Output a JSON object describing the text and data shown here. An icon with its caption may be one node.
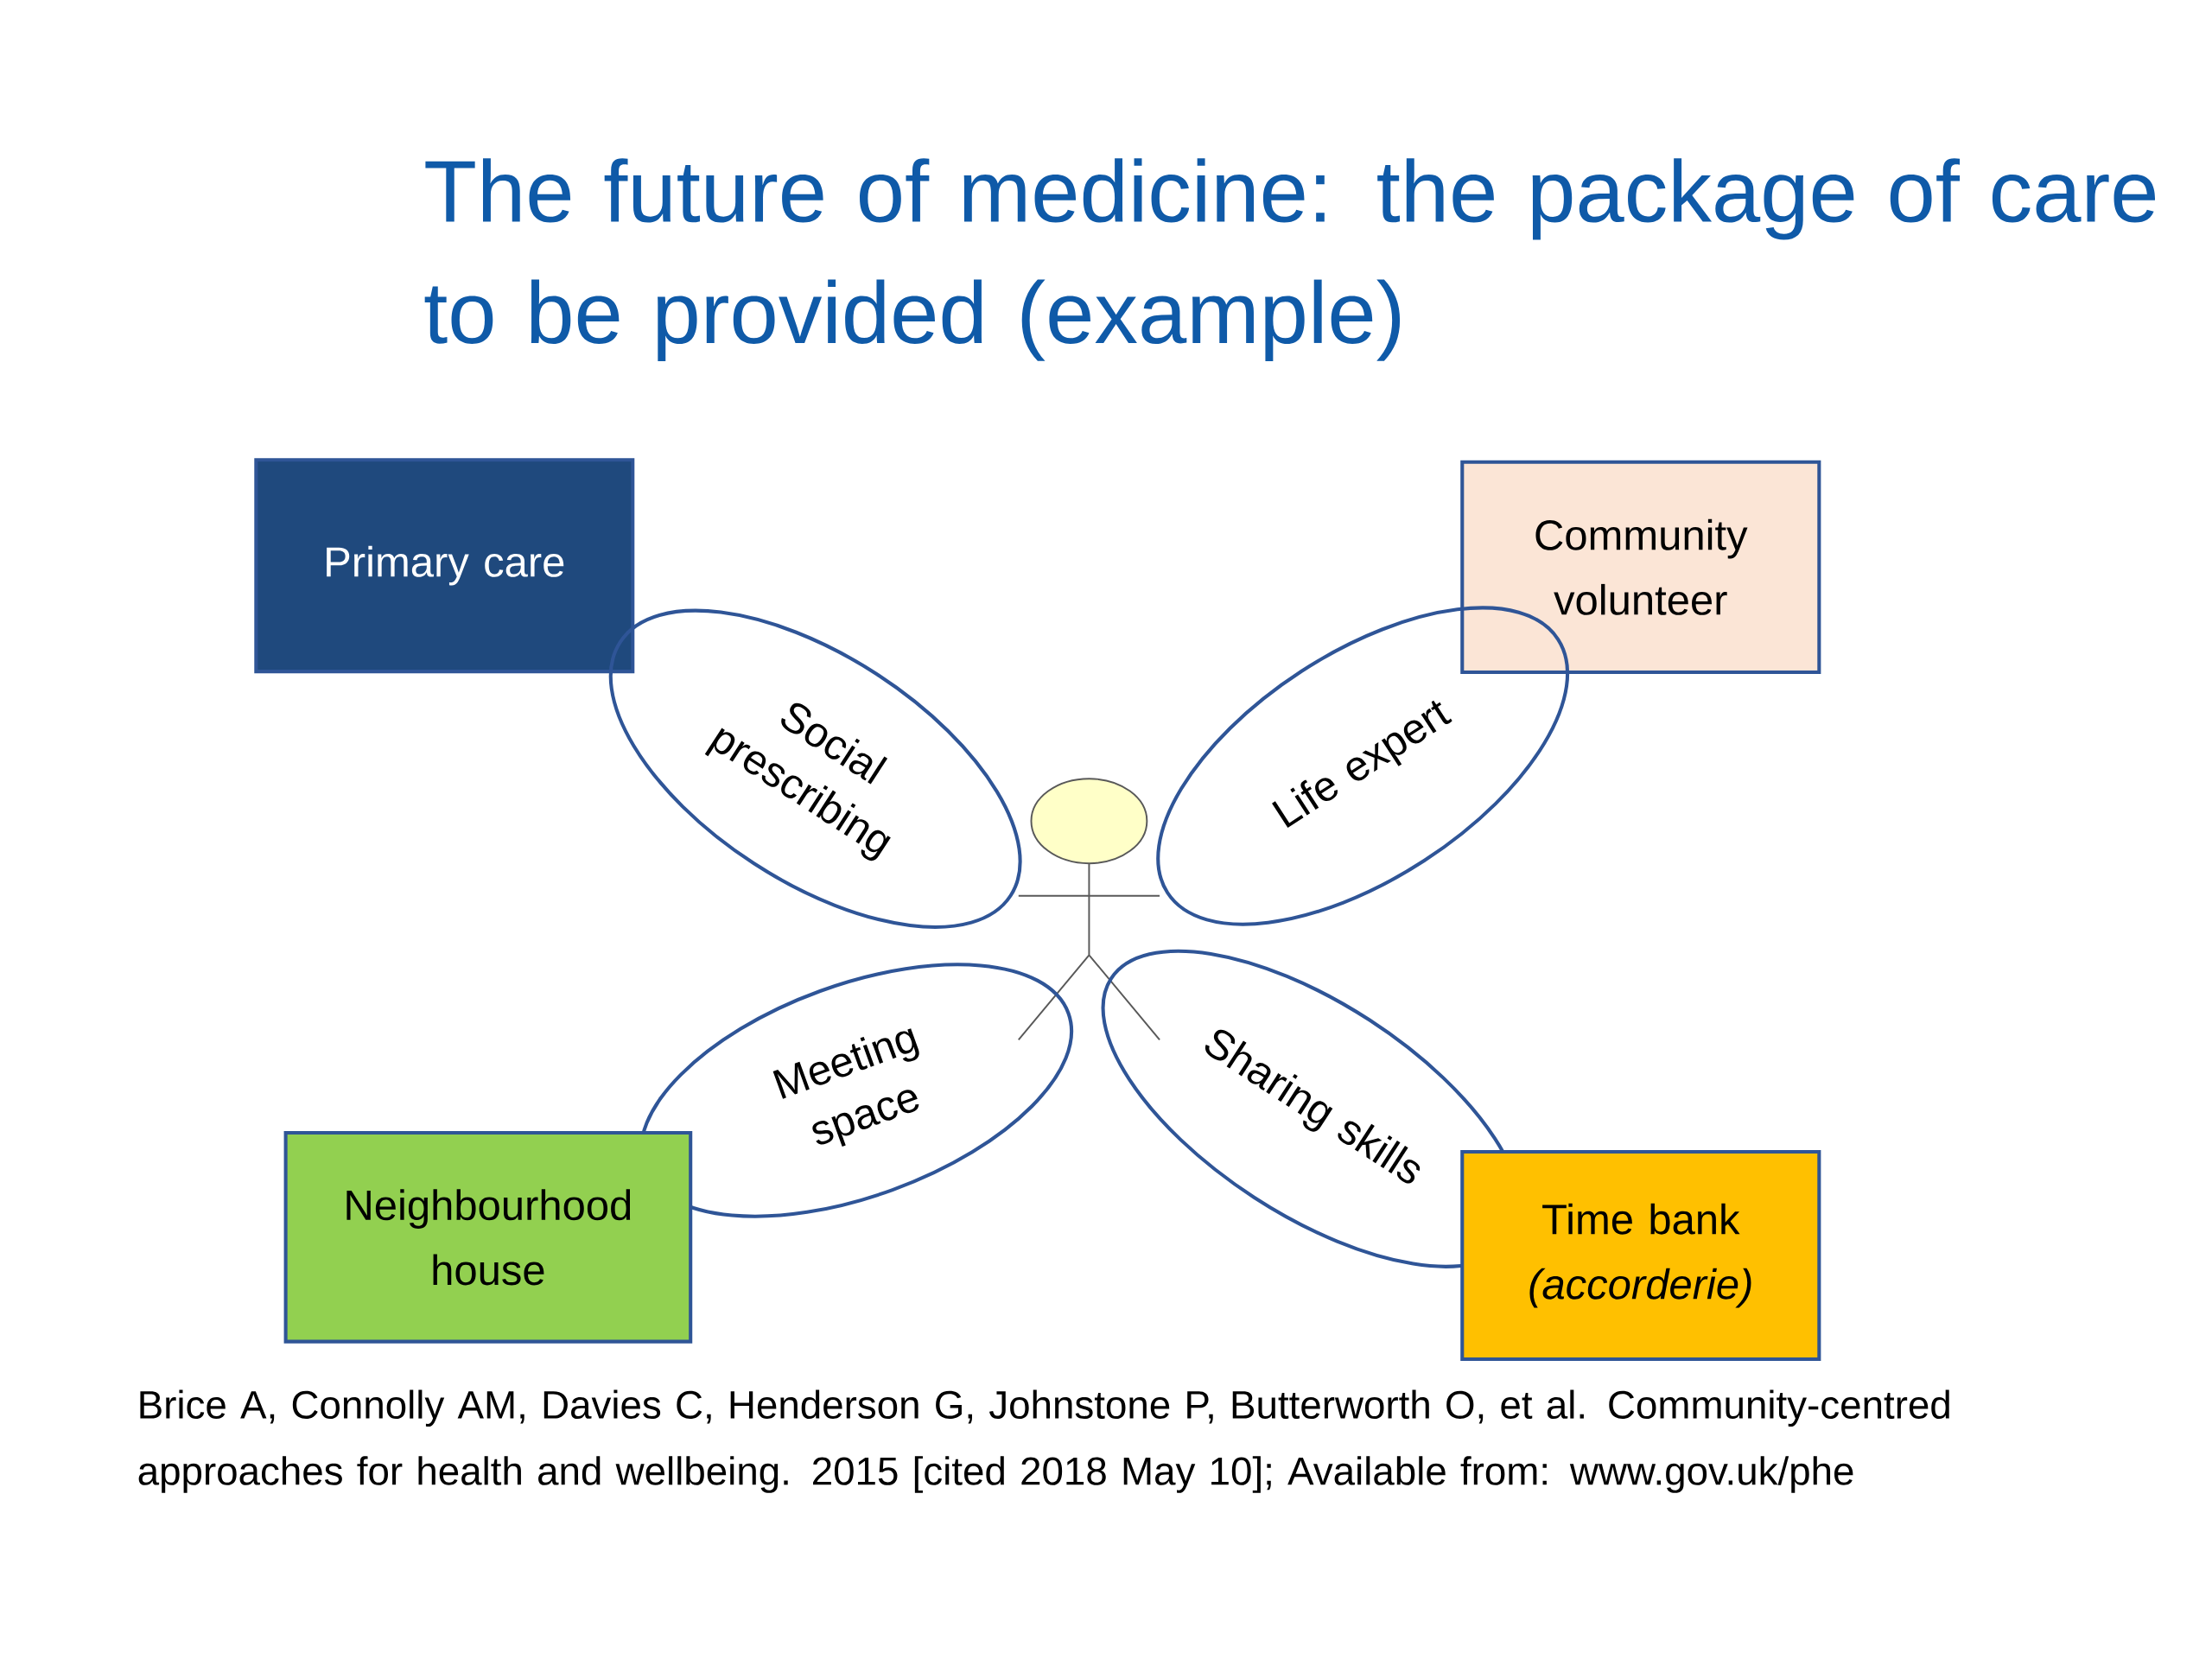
{
  "diagram": {
    "title": "The future of medicine: the package of care to be provided (example)",
    "nodes": [
      {
        "text": [
          "Primary care"
        ]
      },
      {
        "text": [
          "Community volunteer"
        ]
      },
      {
        "text": [
          "Social prescribing"
        ]
      },
      {
        "text": [
          "Life expert"
        ]
      },
      {
        "text": [
          "Meeting space"
        ]
      },
      {
        "text": [
          "Sharing skills"
        ]
      },
      {
        "text": [
          "Neighbourhood house"
        ]
      },
      {
        "text": [
          "Time bank *(accorderie)*"
        ]
      }
    ],
    "labels": [
      "Brice A, Connolly AM, Davies C, Henderson G, Johnstone P, Butterworth O, et al. Community-centred approaches for health and wellbeing. 2015 [cited 2018 May 10]; Available from: www.gov.uk/phe"
    ]
  }
}
